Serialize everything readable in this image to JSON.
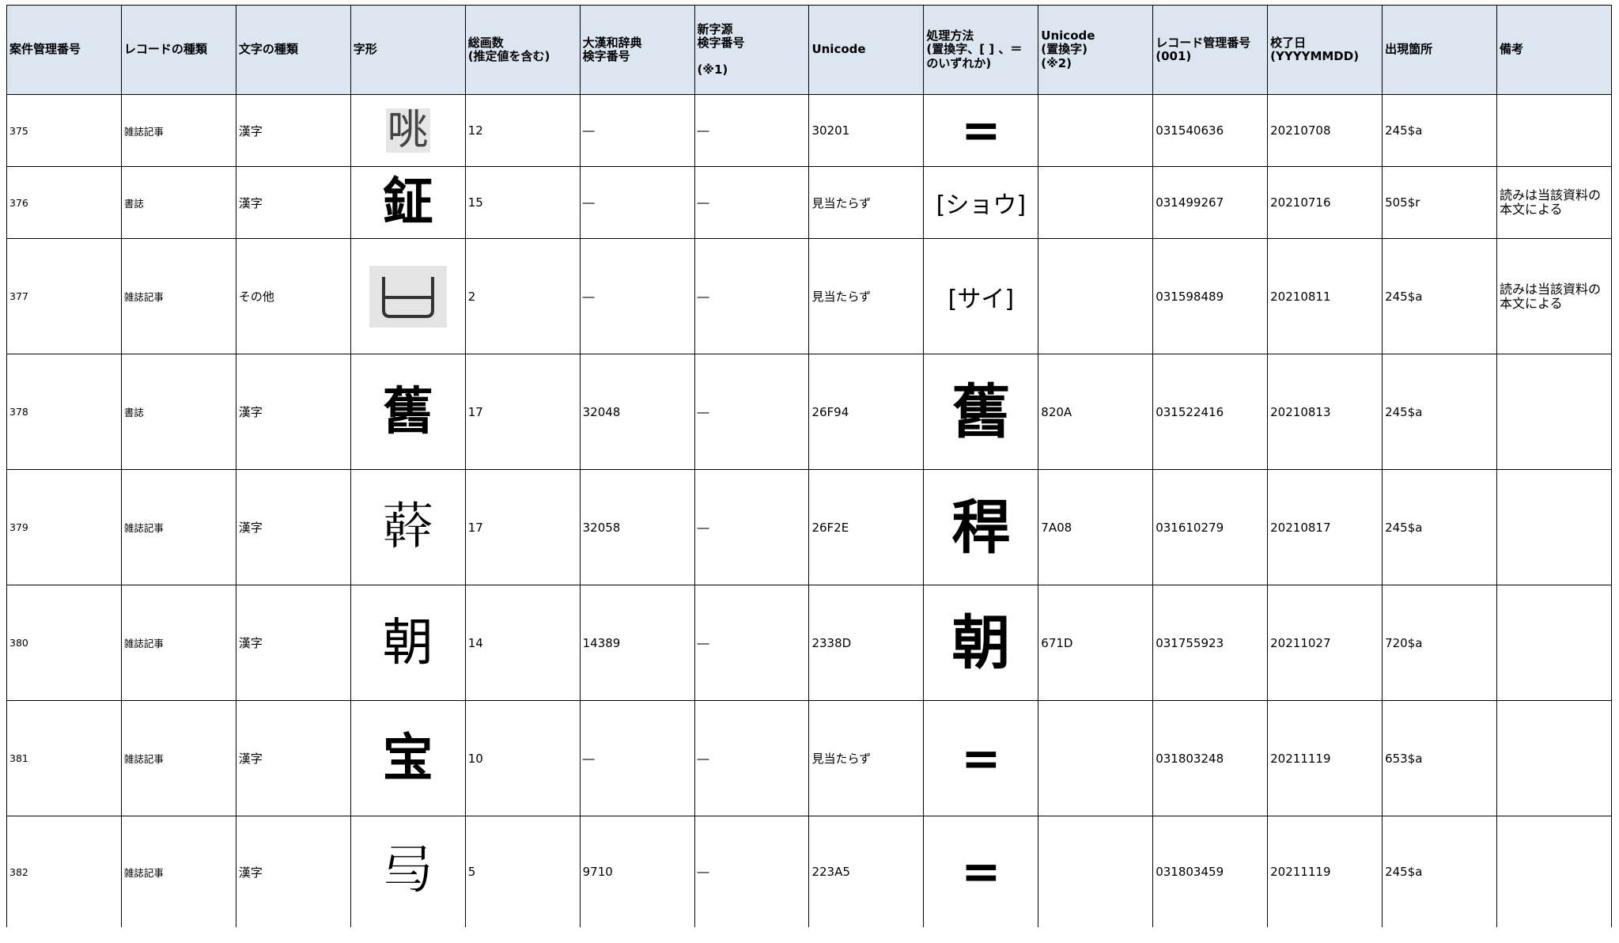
{
  "headers": [
    "案件管理番号",
    "レコードの種類",
    "文字の種類",
    "字形",
    "総画数\n(推定値を含む)",
    "大漢和辞典\n検字番号",
    "新字源\n検字番号\n\n(※1)",
    "Unicode",
    "処理方法\n(置換字、[ ] 、＝\nのいずれか)",
    "Unicode\n(置換字)\n(※2)",
    "レコード管理番号\n(001)",
    "校了日\n(YYYYMMDD)",
    "出現箇所",
    "備考"
  ],
  "rows": [
    {
      "id": "375",
      "record_type": "雑誌記事",
      "char_type": "漢字",
      "glyph": "咷",
      "glyph_style": "boxed",
      "strokes": "12",
      "daikanwa": "―",
      "shinjigen": "―",
      "unicode": "30201",
      "process": "=",
      "process_style": "eq",
      "unicode_repl": "",
      "record_no": "031540636",
      "date": "20210708",
      "location": "245$a",
      "note": ""
    },
    {
      "id": "376",
      "record_type": "書誌",
      "char_type": "漢字",
      "glyph": "鉦",
      "glyph_style": "bold",
      "strokes": "15",
      "daikanwa": "―",
      "shinjigen": "―",
      "unicode": "見当たらず",
      "process": "[ショウ]",
      "process_style": "text",
      "unicode_repl": "",
      "record_no": "031499267",
      "date": "20210716",
      "location": "505$r",
      "note": "読みは当該資料の本文による"
    },
    {
      "id": "377",
      "record_type": "雑誌記事",
      "char_type": "その他",
      "glyph": "",
      "glyph_style": "image",
      "strokes": "2",
      "daikanwa": "―",
      "shinjigen": "―",
      "unicode": "見当たらず",
      "process": "[サイ]",
      "process_style": "text",
      "unicode_repl": "",
      "record_no": "031598489",
      "date": "20210811",
      "location": "245$a",
      "note": "読みは当該資料の本文による"
    },
    {
      "id": "378",
      "record_type": "書誌",
      "char_type": "漢字",
      "glyph": "舊",
      "glyph_style": "bold",
      "strokes": "17",
      "daikanwa": "32048",
      "shinjigen": "―",
      "unicode": "26F94",
      "process": "舊",
      "process_style": "kanji",
      "unicode_repl": "820A",
      "record_no": "031522416",
      "date": "20210813",
      "location": "245$a",
      "note": ""
    },
    {
      "id": "379",
      "record_type": "雑誌記事",
      "char_type": "漢字",
      "glyph": "𦼮",
      "glyph_style": "plain",
      "strokes": "17",
      "daikanwa": "32058",
      "shinjigen": "―",
      "unicode": "26F2E",
      "process": "稈",
      "process_style": "kanji",
      "unicode_repl": "7A08",
      "record_no": "031610279",
      "date": "20210817",
      "location": "245$a",
      "note": ""
    },
    {
      "id": "380",
      "record_type": "雑誌記事",
      "char_type": "漢字",
      "glyph": "朝",
      "glyph_style": "plain",
      "strokes": "14",
      "daikanwa": "14389",
      "shinjigen": "―",
      "unicode": "2338D",
      "process": "朝",
      "process_style": "kanji",
      "unicode_repl": "671D",
      "record_no": "031755923",
      "date": "20211027",
      "location": "720$a",
      "note": ""
    },
    {
      "id": "381",
      "record_type": "雑誌記事",
      "char_type": "漢字",
      "glyph": "宝",
      "glyph_style": "bold",
      "strokes": "10",
      "daikanwa": "―",
      "shinjigen": "―",
      "unicode": "見当たらず",
      "process": "=",
      "process_style": "eq",
      "unicode_repl": "",
      "record_no": "031803248",
      "date": "20211119",
      "location": "653$a",
      "note": ""
    },
    {
      "id": "382",
      "record_type": "雑誌記事",
      "char_type": "漢字",
      "glyph": "𢎥",
      "glyph_style": "plain",
      "strokes": "5",
      "daikanwa": "9710",
      "shinjigen": "―",
      "unicode": "223A5",
      "process": "=",
      "process_style": "eq",
      "unicode_repl": "",
      "record_no": "031803459",
      "date": "20211119",
      "location": "245$a",
      "note": ""
    }
  ]
}
